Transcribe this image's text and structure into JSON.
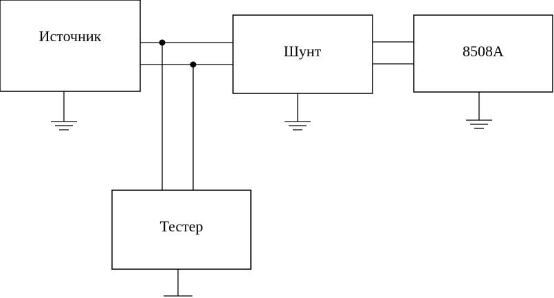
{
  "blocks": {
    "source": {
      "label": "Источник"
    },
    "shunt": {
      "label": "Шунт"
    },
    "meter": {
      "label": "8508A"
    },
    "tester": {
      "label": "Тестер"
    }
  },
  "colors": {
    "stroke": "#000000",
    "background": "#ffffff"
  }
}
